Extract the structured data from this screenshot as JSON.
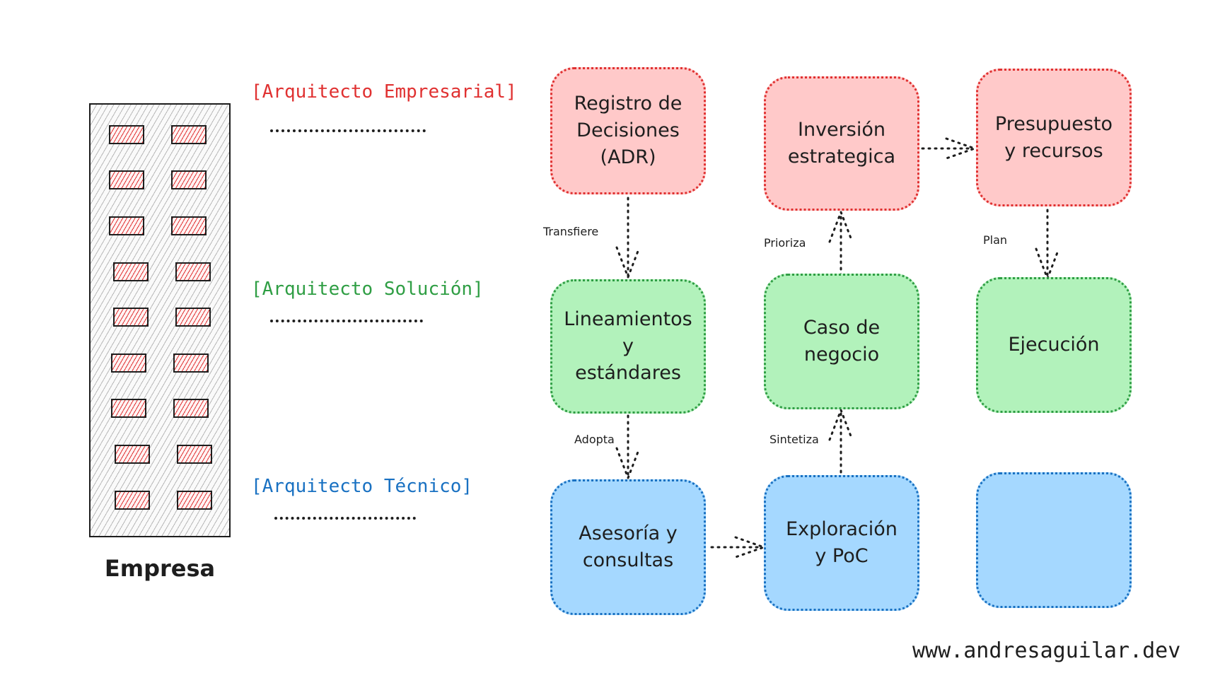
{
  "building": {
    "label": "Empresa"
  },
  "roles": [
    {
      "label": "[Arquitecto Empresarial]",
      "color": "#e03131"
    },
    {
      "label": "[Arquitecto Solución]",
      "color": "#2f9e44"
    },
    {
      "label": "[Arquitecto Técnico]",
      "color": "#1971c2"
    }
  ],
  "boxes": {
    "registro": "Registro de\nDecisiones\n(ADR)",
    "inversion": "Inversión\nestrategica",
    "presupuesto": "Presupuesto\ny recursos",
    "lineamientos": "Lineamientos\ny\nestándares",
    "caso": "Caso de\nnegocio",
    "ejecucion": "Ejecución",
    "asesoria": "Asesoría y\nconsultas",
    "exploracion": "Exploración\ny PoC",
    "empty": ""
  },
  "edges": {
    "transfiere": "Transfiere",
    "prioriza": "Prioriza",
    "plan": "Plan",
    "adopta": "Adopta",
    "sintetiza": "Sintetiza"
  },
  "colors": {
    "red_fill": "#ffc9c9",
    "red_stroke": "#e03131",
    "green_fill": "#b2f2bb",
    "green_stroke": "#2f9e44",
    "blue_fill": "#a5d8ff",
    "blue_stroke": "#1971c2",
    "ink": "#1e1e1e"
  },
  "watermark": "www.andresaguilar.dev"
}
